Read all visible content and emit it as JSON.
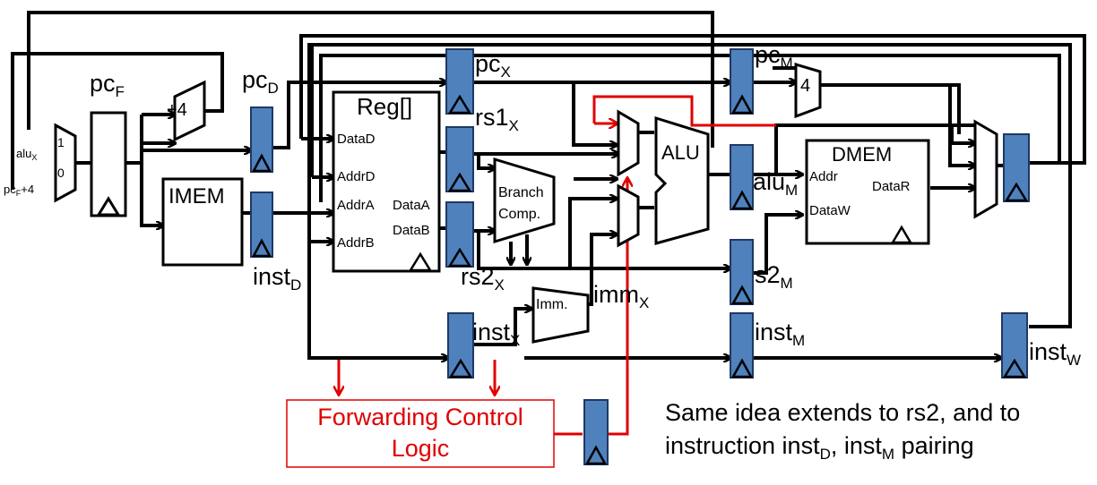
{
  "labels": {
    "pcF": "pc",
    "pcF_sub": "F",
    "pcD": "pc",
    "pcD_sub": "D",
    "pcX": "pc",
    "pcX_sub": "X",
    "pcM": "pc",
    "pcM_sub": "M",
    "plus4_top": "+4",
    "plus4_mem": "4",
    "reg": "Reg[]",
    "dataD": "DataD",
    "addrD": "AddrD",
    "addrA": "AddrA",
    "addrB": "AddrB",
    "dataA": "DataA",
    "dataB": "DataB",
    "imem": "IMEM",
    "instD": "inst",
    "instD_sub": "D",
    "rs1X": "rs1",
    "rs1X_sub": "X",
    "rs2X": "rs2",
    "rs2X_sub": "X",
    "branch1": "Branch",
    "branch2": "Comp.",
    "alu": "ALU",
    "aluM": "alu",
    "aluM_sub": "M",
    "dmem": "DMEM",
    "addr": "Addr",
    "dataW": "DataW",
    "dataR": "DataR",
    "s2M": "s2",
    "s2M_sub": "M",
    "imm": "Imm.",
    "immX": "imm",
    "immX_sub": "X",
    "instX": "inst",
    "instX_sub": "X",
    "instM": "inst",
    "instM_sub": "M",
    "instW": "inst",
    "instW_sub": "W",
    "mux1": "1",
    "mux0": "0",
    "aluX": "alu",
    "aluX_sub": "X",
    "pcF4": "pc",
    "pcF4_sub": "F",
    "pcF4_tail": "+4"
  },
  "forwarding": {
    "line1": "Forwarding Control",
    "line2": "Logic"
  },
  "note": {
    "line1": "Same idea extends to rs2, and to",
    "line2_a": "instruction inst",
    "line2_sub1": "D",
    "line2_b": ", inst",
    "line2_sub2": "M",
    "line2_c": " pairing"
  },
  "colors": {
    "pipeline_register": "#4f81bd",
    "forwarding": "#e00000"
  }
}
